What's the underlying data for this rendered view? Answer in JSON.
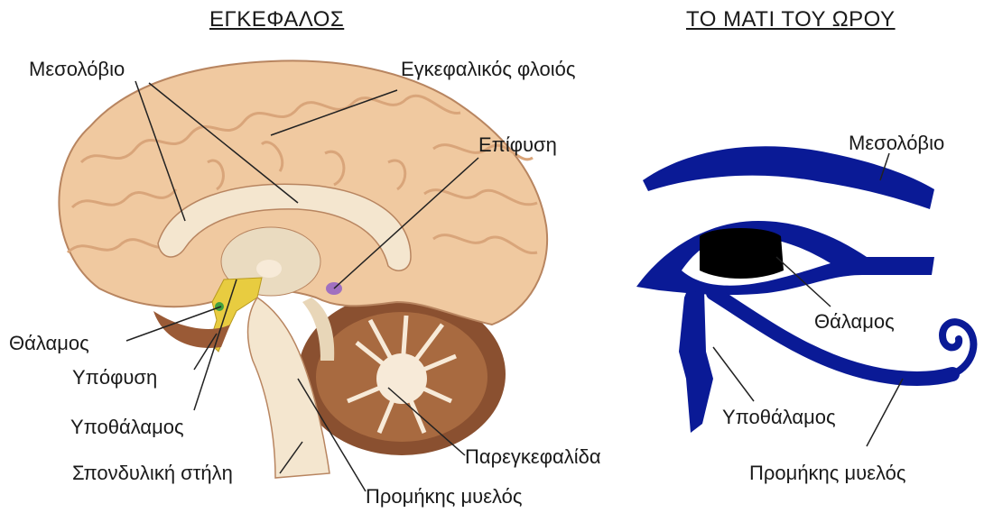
{
  "brain_panel": {
    "title": "ΕΓΚΕΦΑΛΟΣ",
    "labels": {
      "corpus_callosum": "Μεσολόβιο",
      "cortex": "Εγκεφαλικός φλοιός",
      "pineal": "Επίφυση",
      "thalamus": "Θάλαμος",
      "pituitary": "Υπόφυση",
      "hypothalamus": "Υποθάλαμος",
      "spinal_column": "Σπονδυλική στήλη",
      "cerebellum": "Παρεγκεφαλίδα",
      "medulla": "Προμήκης μυελός"
    }
  },
  "eye_panel": {
    "title": "ΤΟ ΜΑΤΙ ΤΟΥ ΩΡΟΥ",
    "labels": {
      "corpus_callosum": "Μεσολόβιο",
      "thalamus": "Θάλαμος",
      "hypothalamus": "Υποθάλαμος",
      "medulla": "Προμήκης μυελός"
    }
  },
  "colors": {
    "brain": "#f0c9a0",
    "brain_gyri_shadow": "#d9a57a",
    "brainstem": "#f4e6cf",
    "cerebellum": "#8a5030",
    "pineal": "#a070c0",
    "pituitary": "#e8cc40",
    "eye_blue": "#0a1a96",
    "pupil": "#000000"
  }
}
